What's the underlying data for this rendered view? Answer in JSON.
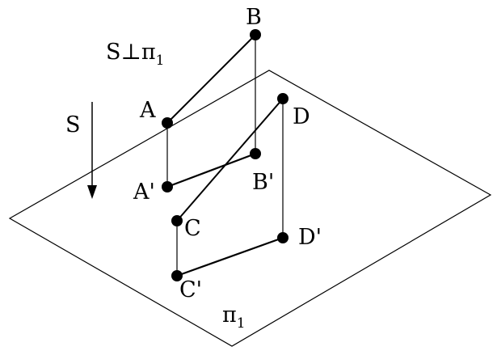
{
  "colors": {
    "stroke": "#000000",
    "background": "#ffffff"
  },
  "labels": {
    "A": "A",
    "B": "B",
    "C": "C",
    "D": "D",
    "A_prime": "A'",
    "B_prime": "B'",
    "C_prime": "C'",
    "D_prime": "D'",
    "direction": "S",
    "condition_main": "S⊥π",
    "condition_sub": "1",
    "plane_main": "π",
    "plane_sub": "1"
  }
}
